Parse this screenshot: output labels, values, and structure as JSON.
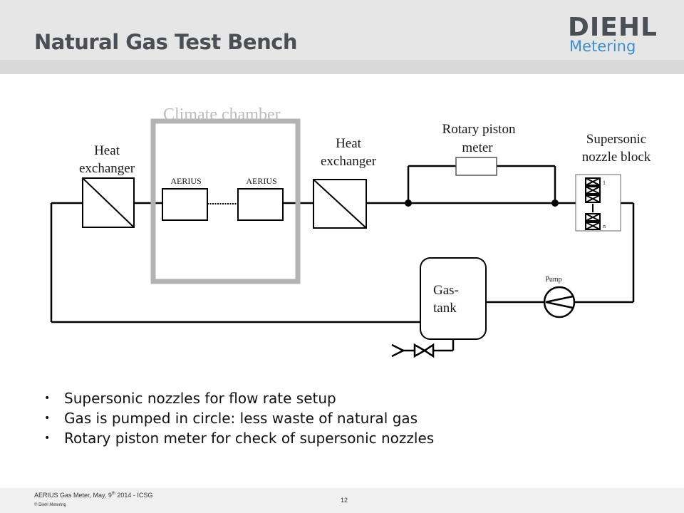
{
  "slide": {
    "title": "Natural Gas Test Bench"
  },
  "logo": {
    "wordmark": "DIEHL",
    "subtitle": "Metering"
  },
  "diagram": {
    "climate_chamber_label": "Climate chamber",
    "heat_exchanger_left": [
      "Heat",
      "exchanger"
    ],
    "heat_exchanger_right": [
      "Heat",
      "exchanger"
    ],
    "meter_1": "AERIUS",
    "meter_2": "AERIUS",
    "rotary_piston_meter": [
      "Rotary piston",
      "meter"
    ],
    "nozzle_block": [
      "Supersonic",
      "nozzle block"
    ],
    "nozzle_first_index": "1",
    "nozzle_last_index": "n",
    "pump_label": "Pump",
    "gas_tank": [
      "Gas-",
      "tank"
    ]
  },
  "bullets": [
    "Supersonic nozzles for flow rate setup",
    "Gas is pumped in circle: less waste of natural gas",
    "Rotary piston meter for check of supersonic nozzles"
  ],
  "footer": {
    "event_prefix": "AERIUS Gas Meter,  May, 9",
    "event_superscript": "th",
    "event_suffix": " 2014 - ICSG",
    "copyright": "© Diehl Metering",
    "page_number": "12"
  },
  "colors": {
    "header_background": "#e6e6e6",
    "title_text": "#4a4f56",
    "brand_blue": "#3d8fc9",
    "climate_chamber": "#b3b3b3"
  }
}
